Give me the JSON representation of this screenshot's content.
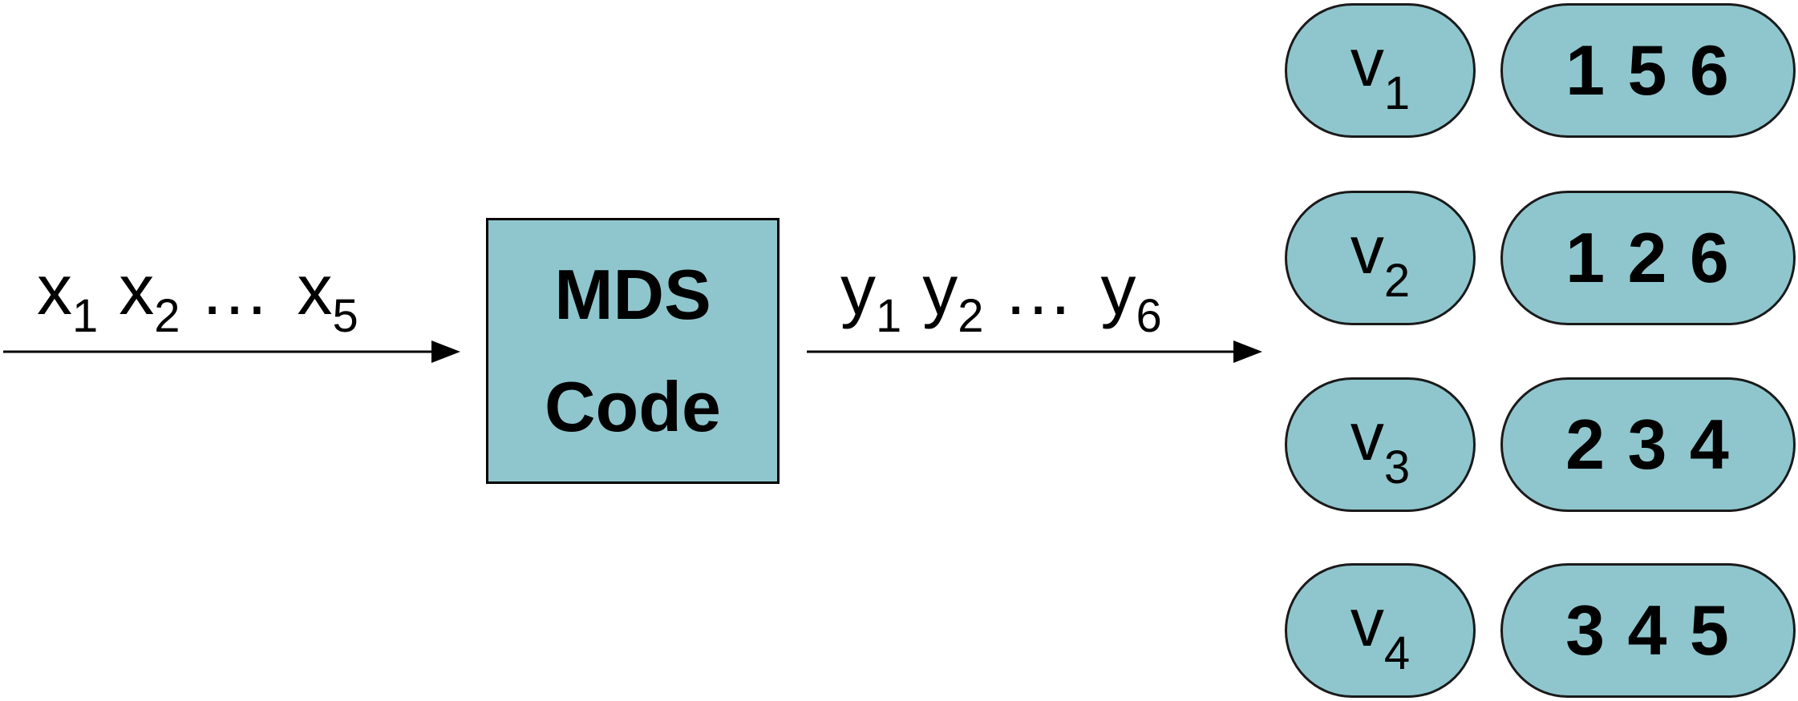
{
  "input_symbols": {
    "first": {
      "base": "x",
      "sub": "1"
    },
    "second": {
      "base": "x",
      "sub": "2"
    },
    "ellipsis": "…",
    "last": {
      "base": "x",
      "sub": "5"
    }
  },
  "encoder": {
    "line1": "MDS",
    "line2": "Code"
  },
  "output_symbols": {
    "first": {
      "base": "y",
      "sub": "1"
    },
    "second": {
      "base": "y",
      "sub": "2"
    },
    "ellipsis": "…",
    "last": {
      "base": "y",
      "sub": "6"
    }
  },
  "nodes": [
    {
      "base": "v",
      "sub": "1",
      "set": "1 5 6"
    },
    {
      "base": "v",
      "sub": "2",
      "set": "1 2 6"
    },
    {
      "base": "v",
      "sub": "3",
      "set": "2 3 4"
    },
    {
      "base": "v",
      "sub": "4",
      "set": "3 4 5"
    }
  ],
  "colors": {
    "fill": "#8fc6cd",
    "stroke": "#000000",
    "background": "#ffffff"
  }
}
